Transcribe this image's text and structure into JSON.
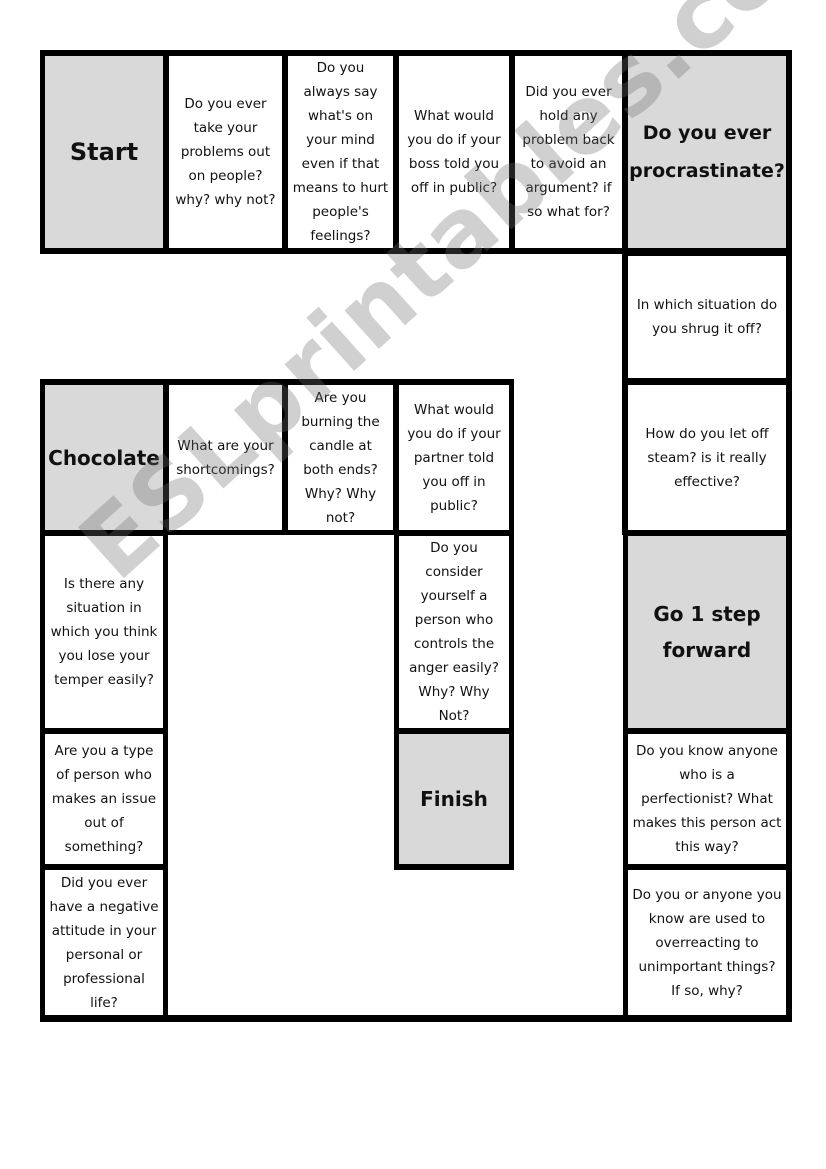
{
  "board": {
    "cells": {
      "start": "Start",
      "q1": "Do you ever take your problems out on people? why? why not?",
      "q2": "Do you always say what's on your mind even if that means to hurt people's feelings?",
      "q3": "What would you do if your boss told you off in public?",
      "q4": "Did you ever hold any problem back to avoid an argument? if so what for?",
      "q5": "Do you ever procrastinate?",
      "q6": "In which situation do you shrug it off?",
      "q7": "How do you let off steam? is it really effective?",
      "q8": "Go 1 step forward",
      "q9": "Do you know anyone who is a perfectionist? What makes this person act this way?",
      "q10": "Do you or anyone you know are used to overreacting to unimportant things? If so, why?",
      "q11": "Did you ever have a negative attitude in your personal or professional life?",
      "q12": "Are you a type of person who makes an issue out of something?",
      "q13": "Is there any situation in which you think you lose your temper easily?",
      "q14": "Chocolate",
      "q15": "What are your shortcomings?",
      "q16": "Are you burning the candle at both ends? Why? Why not?",
      "q17": "What would you do if your partner told you off in public?",
      "q18": "Do you consider yourself a person who controls the anger easily? Why? Why Not?",
      "finish": "Finish"
    }
  },
  "watermark": "ESLprintables.com"
}
